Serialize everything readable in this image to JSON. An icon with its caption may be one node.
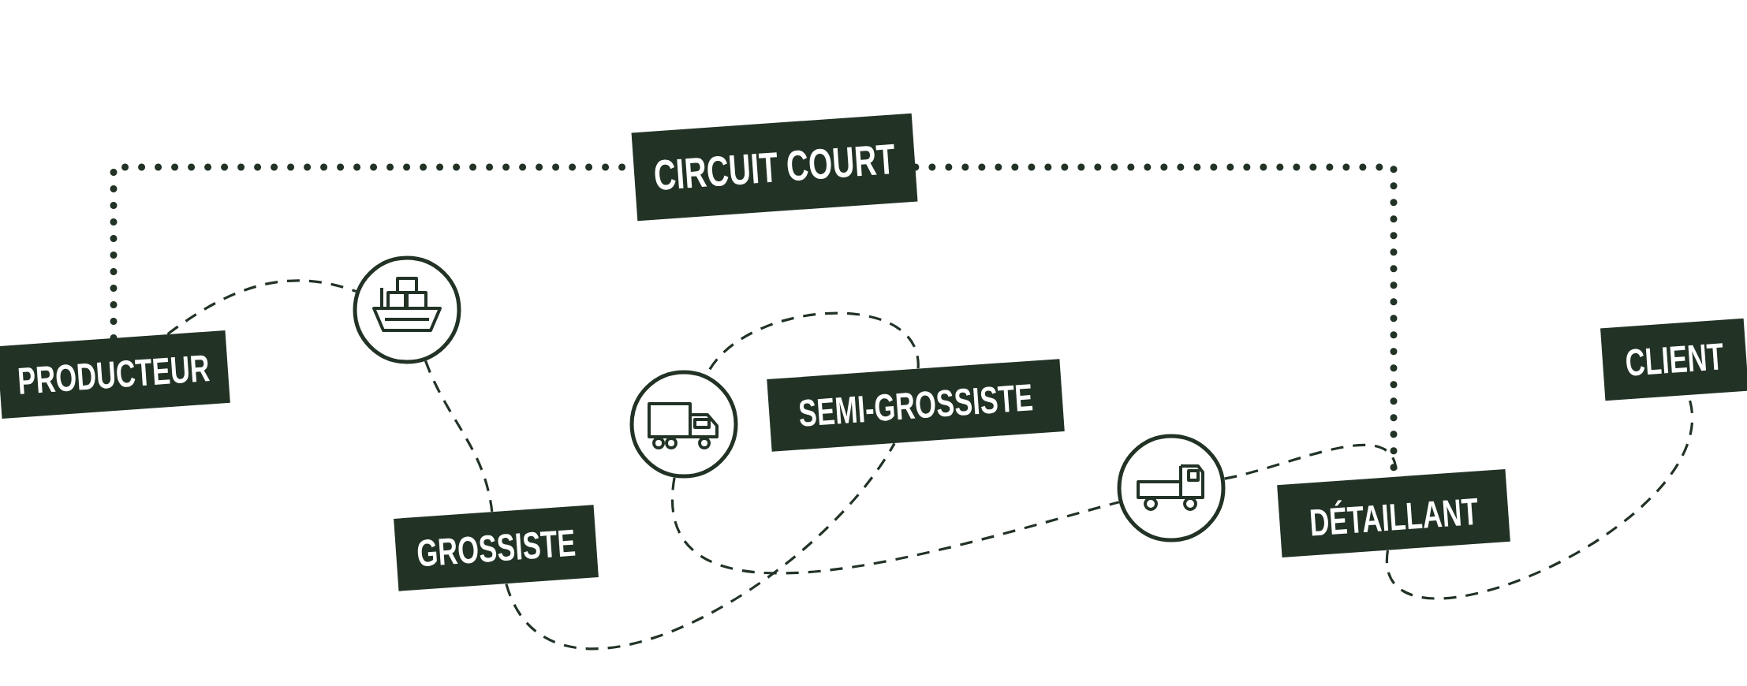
{
  "diagram": {
    "nodes": [
      {
        "text": [
          "PRODUCTEUR"
        ]
      },
      {
        "text": [],
        "shape": "circle"
      },
      {
        "text": [
          "GROSSISTE"
        ]
      },
      {
        "text": [],
        "shape": "circle"
      },
      {
        "text": [
          "SEMI-GROSSISTE"
        ]
      },
      {
        "text": [],
        "shape": "circle"
      },
      {
        "text": [
          "DÉTAILLANT"
        ]
      },
      {
        "text": [
          "CLIENT"
        ]
      },
      {
        "text": [
          "CIRCUIT COURT"
        ]
      }
    ],
    "edges": [
      {
        "from": 0,
        "to": 1,
        "arrow": "none",
        "style": "dashed"
      },
      {
        "from": 1,
        "to": 2,
        "arrow": "none",
        "style": "dashed"
      },
      {
        "from": 2,
        "to": 4,
        "arrow": "none",
        "style": "dashed"
      },
      {
        "from": 4,
        "to": 3,
        "arrow": "none",
        "style": "dashed"
      },
      {
        "from": 3,
        "to": 5,
        "arrow": "none",
        "style": "dashed"
      },
      {
        "from": 5,
        "to": 6,
        "arrow": "none",
        "style": "dashed"
      },
      {
        "from": 6,
        "to": 7,
        "arrow": "none",
        "style": "dashed"
      },
      {
        "from": 0,
        "to": 8,
        "arrow": "none",
        "style": "dashed"
      },
      {
        "from": 8,
        "to": 6,
        "arrow": "none",
        "style": "dashed"
      }
    ]
  }
}
